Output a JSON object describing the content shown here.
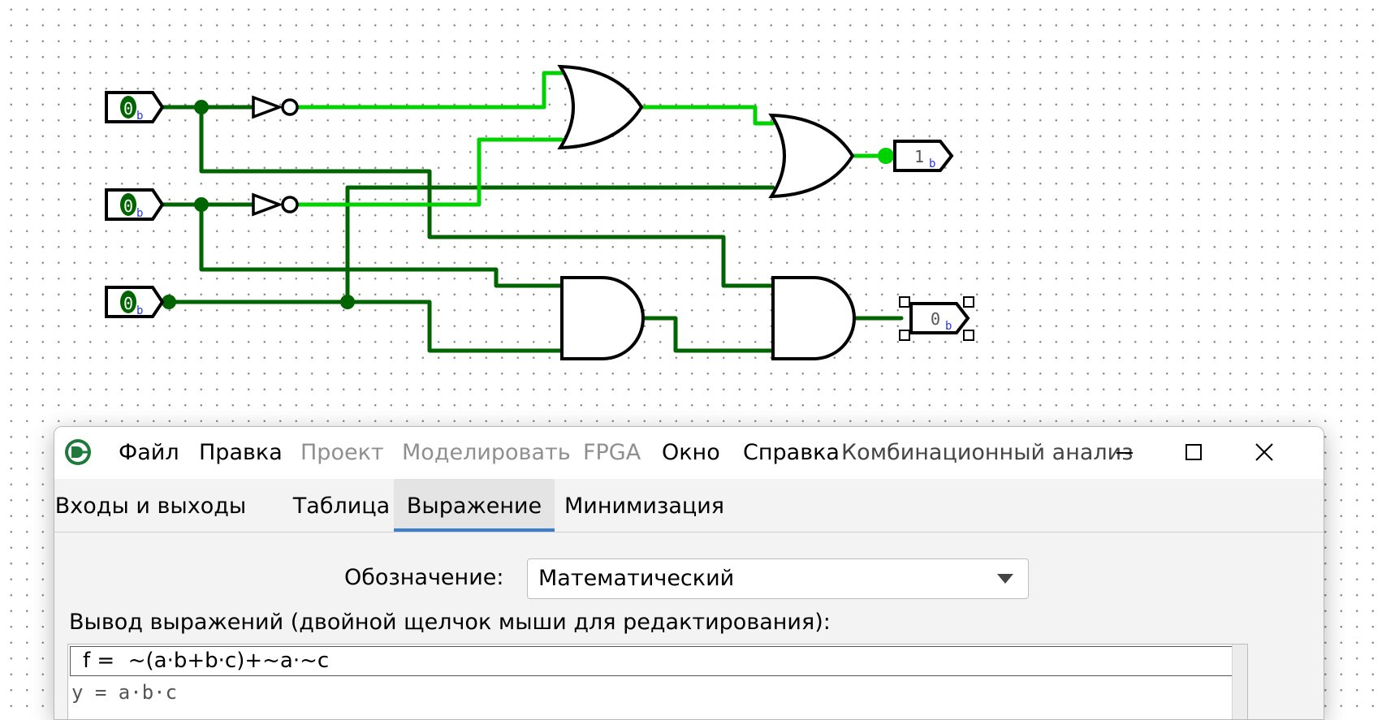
{
  "circuit": {
    "inputs": [
      {
        "value": "0",
        "unit": "b"
      },
      {
        "value": "0",
        "unit": "b"
      },
      {
        "value": "0",
        "unit": "b"
      }
    ],
    "outputs": [
      {
        "value": "1",
        "unit": "b"
      },
      {
        "value": "0",
        "unit": "b"
      }
    ]
  },
  "window": {
    "menu": [
      {
        "label": "Файл",
        "enabled": true
      },
      {
        "label": "Правка",
        "enabled": true
      },
      {
        "label": "Проект",
        "enabled": false
      },
      {
        "label": "Моделировать",
        "enabled": false
      },
      {
        "label": "FPGA",
        "enabled": false
      },
      {
        "label": "Окно",
        "enabled": true
      },
      {
        "label": "Справка",
        "enabled": true
      }
    ],
    "title": "Комбинационный анализ",
    "tabs": [
      {
        "label": "Входы и выходы",
        "active": false
      },
      {
        "label": "Таблица",
        "active": false
      },
      {
        "label": "Выражение",
        "active": true
      },
      {
        "label": "Минимизация",
        "active": false
      }
    ],
    "notation_label": "Обозначение:",
    "notation_value": "Математический",
    "expressions_label": "Вывод выражений (двойной щелчок мыши для редактирования):",
    "expressions": [
      "f =  ~(a·b+b·c)+~a·~c",
      "y = a·b·c"
    ]
  },
  "colors": {
    "wire_low": "#006400",
    "wire_high": "#00d200",
    "tab_accent": "#3d7fcf"
  }
}
